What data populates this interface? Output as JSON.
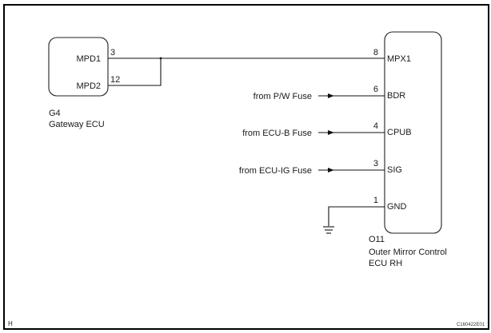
{
  "diagram": {
    "gateway_ecu": {
      "code": "G4",
      "name": "Gateway ECU",
      "pins": [
        {
          "number": "3",
          "label": "MPD1"
        },
        {
          "number": "12",
          "label": "MPD2"
        }
      ]
    },
    "mirror_ecu": {
      "code": "O11",
      "name_line1": "Outer Mirror Control",
      "name_line2": "ECU RH",
      "pins": [
        {
          "number": "8",
          "label": "MPX1"
        },
        {
          "number": "6",
          "label": "BDR"
        },
        {
          "number": "4",
          "label": "CPUB"
        },
        {
          "number": "3",
          "label": "SIG"
        },
        {
          "number": "1",
          "label": "GND"
        }
      ]
    },
    "sources": [
      {
        "label": "from P/W Fuse"
      },
      {
        "label": "from ECU-B Fuse"
      },
      {
        "label": "from ECU-IG Fuse"
      }
    ],
    "footer": {
      "left_tag": "H",
      "figure_code": "C160422E01"
    }
  }
}
